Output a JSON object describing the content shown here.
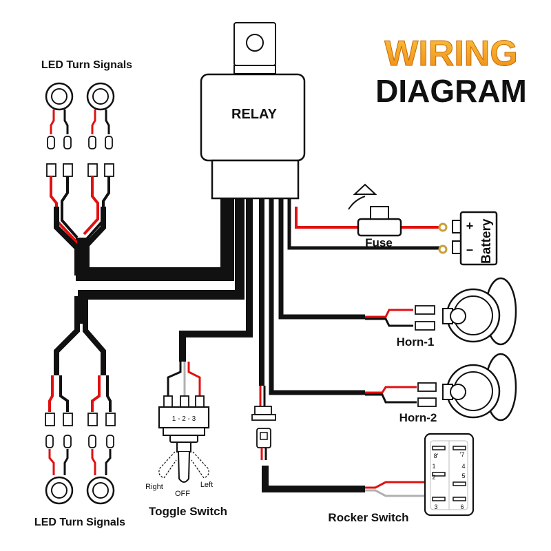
{
  "title": {
    "line1": "WIRING",
    "line2": "DIAGRAM"
  },
  "components": {
    "relay": "RELAY",
    "fuse": "Fuse",
    "battery": "Battery",
    "battery_plus": "+",
    "battery_minus": "–",
    "horn1": "Horn-1",
    "horn2": "Horn-2",
    "led_top": "LED Turn Signals",
    "led_bottom": "LED Turn Signals",
    "toggle": "Toggle Switch",
    "rocker": "Rocker Switch"
  },
  "toggle_switch": {
    "terminals": "1 - 2 - 3",
    "right": "Right",
    "off": "OFF",
    "left": "Left"
  },
  "rocker_switch": {
    "pins": [
      "8'",
      "'7",
      "1",
      "4",
      "2",
      "5",
      "3",
      "6"
    ]
  },
  "colors": {
    "wire_black": "#111111",
    "wire_red": "#e11010",
    "wire_grey": "#b0b0b0",
    "title_orange": "#f6a11b",
    "title_black": "#111111"
  }
}
